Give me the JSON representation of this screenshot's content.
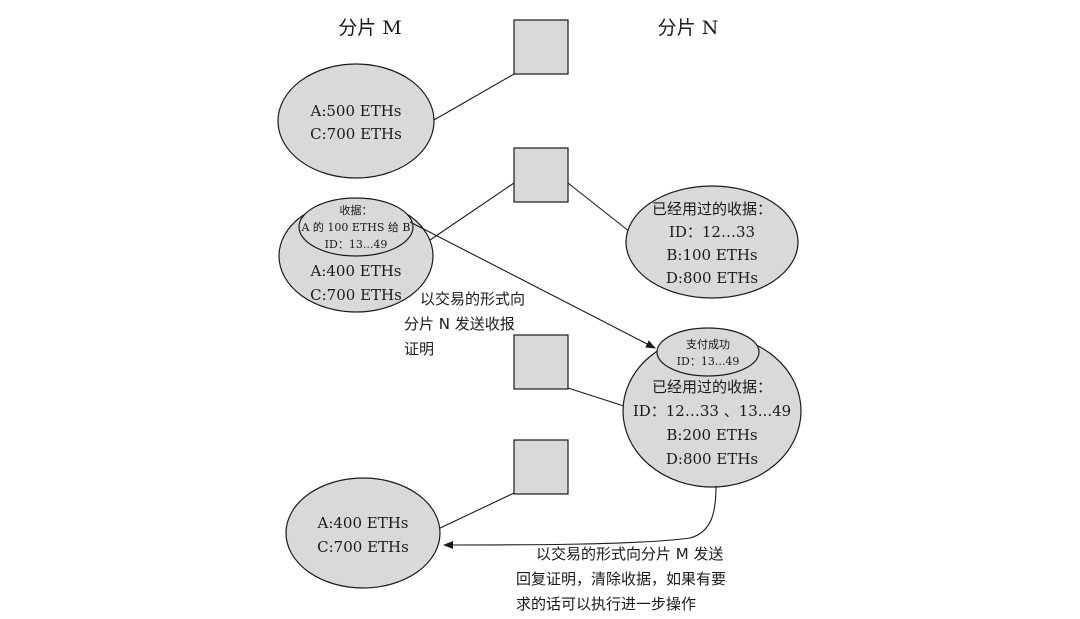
{
  "headers": {
    "shard_m": "分片 M",
    "shard_n": "分片 N"
  },
  "m_state_1": {
    "line1": "A:500 ETHs",
    "line2": "C:700 ETHs"
  },
  "m_state_2": {
    "receipt_title": "收据：",
    "receipt_line1": "A 的 100 ETHS 给 B",
    "receipt_line2": "ID：13...49",
    "line1": "A:400 ETHs",
    "line2": "C:700 ETHs"
  },
  "n_state_1": {
    "title": "已经用过的收据：",
    "line1": "ID：12…33",
    "line2": "B:100 ETHs",
    "line3": "D:800 ETHs"
  },
  "n_state_2": {
    "receipt_title": "支付成功",
    "receipt_line1": "ID：13...49",
    "title": "已经用过的收据：",
    "line1": "ID：12…33 、13...49",
    "line2": "B:200 ETHs",
    "line3": "D:800 ETHs"
  },
  "m_state_3": {
    "line1": "A:400 ETHs",
    "line2": "C:700 ETHs"
  },
  "note_send": {
    "line1": "以交易的形式向",
    "line2": "分片 N 发送收报",
    "line3": "证明"
  },
  "note_reply": {
    "line1": "以交易的形式向分片 M 发送",
    "line2": "回复证明，清除收据，如果有要",
    "line3": "求的话可以执行进一步操作"
  },
  "colors": {
    "fill": "#d9d9d9",
    "stroke": "#1a1a1a",
    "background": "#ffffff"
  }
}
